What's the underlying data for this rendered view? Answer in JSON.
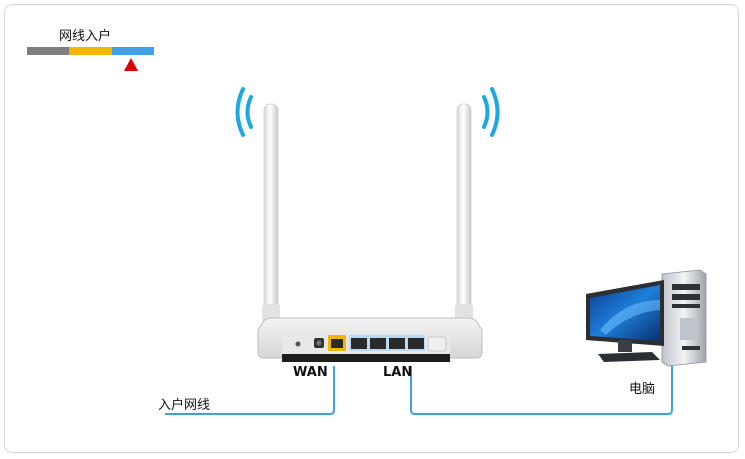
{
  "legend": {
    "title": "网线入户",
    "segments": [
      {
        "color": "#7f7f7f"
      },
      {
        "color": "#f4b400"
      },
      {
        "color": "#3fa0e6"
      }
    ],
    "marker_color": "#e00000"
  },
  "labels": {
    "wan": "WAN",
    "lan": "LAN",
    "incoming_cable": "入户网线",
    "computer": "电脑"
  },
  "colors": {
    "cable": "#3fa0e6",
    "wifi_waves": "#1aa9e0",
    "wan_port": "#f4b400"
  },
  "icons": {
    "router": "router-icon",
    "computer": "desktop-computer-icon",
    "wifi": "wifi-signal-icon"
  }
}
